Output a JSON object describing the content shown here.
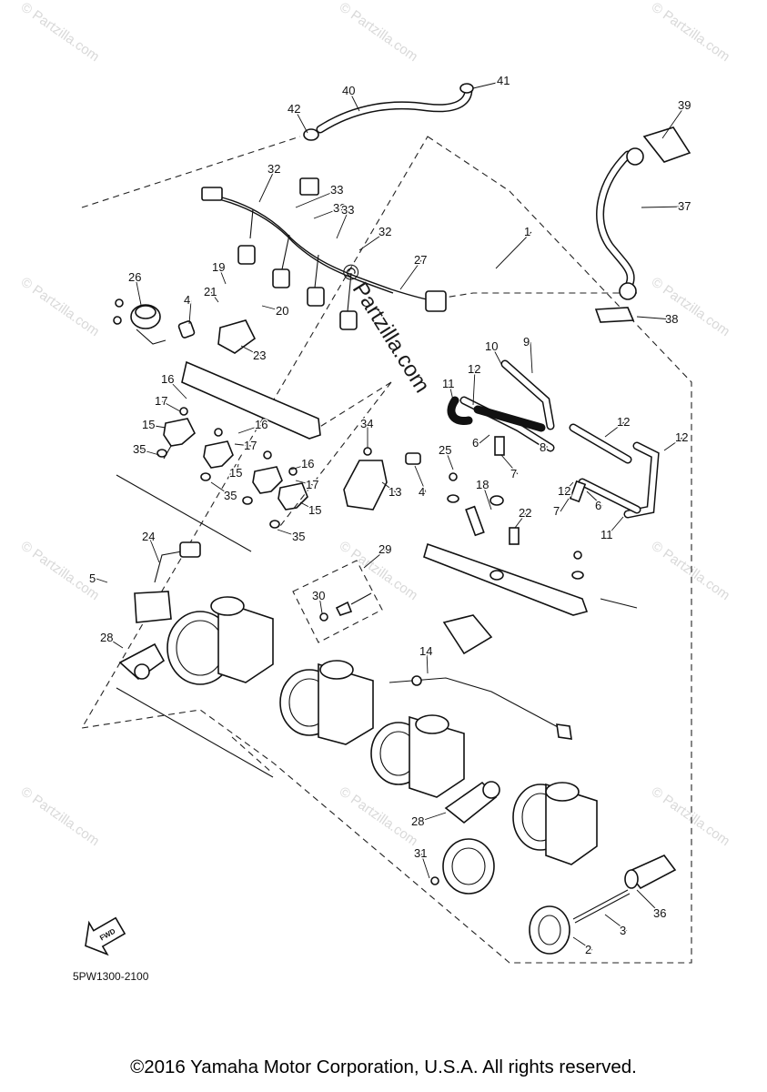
{
  "diagram_code": "5PW1300-2100",
  "copyright": "©2016 Yamaha Motor Corporation, U.S.A. All rights reserved.",
  "fwd_label": "FWD",
  "watermark_small": "© Partzilla.com",
  "watermark_center": "© Partzilla.com",
  "callouts": [
    {
      "label": "40"
    },
    {
      "label": "41"
    },
    {
      "label": "42"
    },
    {
      "label": "39"
    },
    {
      "label": "32"
    },
    {
      "label": "33"
    },
    {
      "label": "32"
    },
    {
      "label": "33"
    },
    {
      "label": "32"
    },
    {
      "label": "37"
    },
    {
      "label": "1"
    },
    {
      "label": "27"
    },
    {
      "label": "26"
    },
    {
      "label": "19"
    },
    {
      "label": "21"
    },
    {
      "label": "20"
    },
    {
      "label": "4"
    },
    {
      "label": "23"
    },
    {
      "label": "38"
    },
    {
      "label": "10"
    },
    {
      "label": "9"
    },
    {
      "label": "12"
    },
    {
      "label": "11"
    },
    {
      "label": "16"
    },
    {
      "label": "17"
    },
    {
      "label": "15"
    },
    {
      "label": "16"
    },
    {
      "label": "17"
    },
    {
      "label": "35"
    },
    {
      "label": "15"
    },
    {
      "label": "16"
    },
    {
      "label": "17"
    },
    {
      "label": "15"
    },
    {
      "label": "34"
    },
    {
      "label": "13"
    },
    {
      "label": "4"
    },
    {
      "label": "35"
    },
    {
      "label": "35"
    },
    {
      "label": "6"
    },
    {
      "label": "7"
    },
    {
      "label": "8"
    },
    {
      "label": "12"
    },
    {
      "label": "12"
    },
    {
      "label": "6"
    },
    {
      "label": "7"
    },
    {
      "label": "12"
    },
    {
      "label": "11"
    },
    {
      "label": "25"
    },
    {
      "label": "18"
    },
    {
      "label": "22"
    },
    {
      "label": "24"
    },
    {
      "label": "29"
    },
    {
      "label": "5"
    },
    {
      "label": "30"
    },
    {
      "label": "28"
    },
    {
      "label": "14"
    },
    {
      "label": "28"
    },
    {
      "label": "31"
    },
    {
      "label": "36"
    },
    {
      "label": "3"
    },
    {
      "label": "2"
    }
  ]
}
